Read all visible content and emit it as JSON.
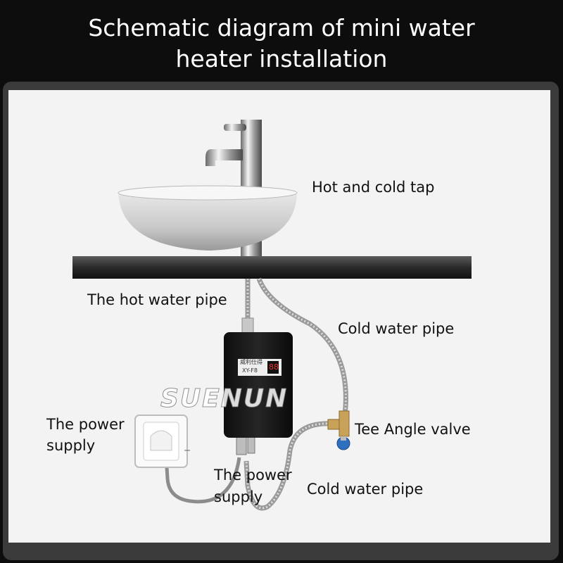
{
  "title": {
    "line1": "Schematic diagram of mini water",
    "line2": "heater installation"
  },
  "labels": {
    "hot_cold_tap": "Hot and cold tap",
    "hot_water_pipe": "The hot water pipe",
    "cold_water_pipe_top": "Cold water pipe",
    "power_supply_left_1": "The power",
    "power_supply_left_2": "supply",
    "tee_angle_valve": "Tee Angle valve",
    "power_supply_bottom_1": "The power",
    "power_supply_bottom_2": "supply",
    "cold_water_pipe_bottom": "Cold water pipe"
  },
  "heater": {
    "brand_label": "威利仕得",
    "model": "XY-F8",
    "display": "88"
  },
  "watermark": "SUENUN",
  "colors": {
    "background": "#0d0d0d",
    "panel_frame": "#3b3b3b",
    "panel_fill": "#f3f3f3",
    "heater_body": "#1c1c1c",
    "valve_blue": "#2f6fbf",
    "brass": "#c9a25a"
  }
}
